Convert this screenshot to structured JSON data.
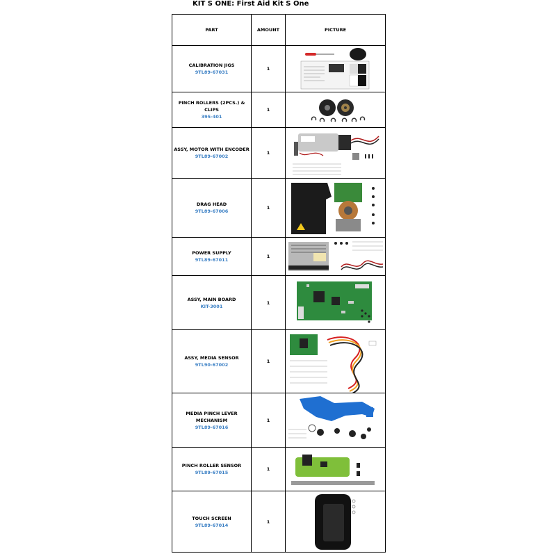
{
  "title": "KIT S ONE: First Aid Kit S One",
  "headers": {
    "part": "PART",
    "amount": "AMOUNT",
    "picture": "PICTURE"
  },
  "rows": [
    {
      "name": "CALIBRATION JIGS",
      "code": "9TL89-67031",
      "amount": "1",
      "picture_icon": "calibration-jigs-photo"
    },
    {
      "name": "PINCH ROLLERS (2PCS.) & CLIPS",
      "code": "395-401",
      "amount": "1",
      "picture_icon": "pinch-rollers-photo"
    },
    {
      "name": "ASSY, MOTOR WITH ENCODER",
      "code": "9TL89-67002",
      "amount": "1",
      "picture_icon": "motor-encoder-photo"
    },
    {
      "name": "DRAG HEAD",
      "code": "9TL89-67006",
      "amount": "1",
      "picture_icon": "drag-head-photo"
    },
    {
      "name": "POWER SUPPLY",
      "code": "9TL89-67011",
      "amount": "1",
      "picture_icon": "power-supply-photo"
    },
    {
      "name": "ASSY, MAIN BOARD",
      "code": "KIT-3001",
      "amount": "1",
      "picture_icon": "main-board-photo"
    },
    {
      "name": "ASSY, MEDIA SENSOR",
      "code": "9TL90-67002",
      "amount": "1",
      "picture_icon": "media-sensor-photo"
    },
    {
      "name": "MEDIA PINCH LEVER MECHANISM",
      "code": "9TL89-67016",
      "amount": "1",
      "picture_icon": "pinch-lever-photo"
    },
    {
      "name": "PINCH ROLLER SENSOR",
      "code": "9TL89-67015",
      "amount": "1",
      "picture_icon": "pinch-roller-sensor-photo"
    },
    {
      "name": "TOUCH SCREEN",
      "code": "9TL89-67014",
      "amount": "1",
      "picture_icon": "touch-screen-photo"
    }
  ],
  "colors": {
    "code_blue": "#3a7fc4",
    "pcb_green": "#2e8b3e",
    "lever_blue": "#1f6fd1"
  }
}
